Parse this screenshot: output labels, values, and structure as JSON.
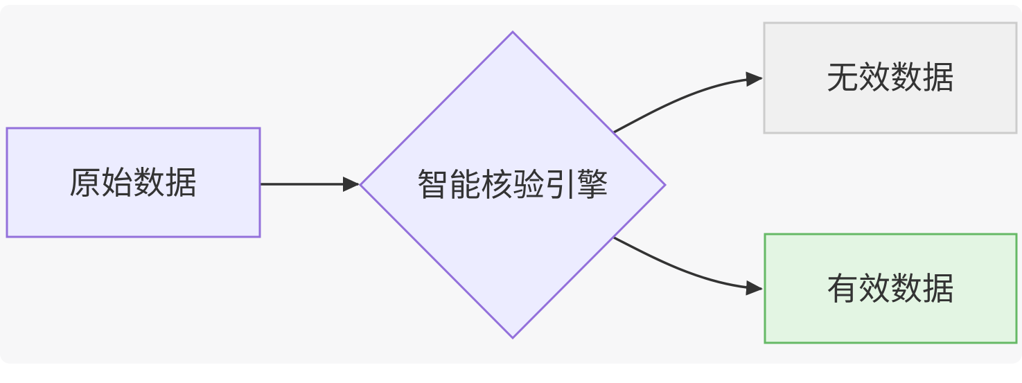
{
  "diagram": {
    "type": "flowchart",
    "direction": "left-to-right",
    "nodes": [
      {
        "id": "raw",
        "label": "原始数据",
        "shape": "rectangle",
        "fill": "#ECECFF",
        "stroke": "#9370DB"
      },
      {
        "id": "engine",
        "label": "智能核验引擎",
        "shape": "diamond",
        "fill": "#ECECFF",
        "stroke": "#9370DB"
      },
      {
        "id": "invalid",
        "label": "无效数据",
        "shape": "rectangle",
        "fill": "#f0f0f0",
        "stroke": "#cccccc"
      },
      {
        "id": "valid",
        "label": "有效数据",
        "shape": "rectangle",
        "fill": "#e3f5e3",
        "stroke": "#66b966"
      }
    ],
    "edges": [
      {
        "from": "原始数据",
        "to": "智能核验引擎",
        "style": "arrow"
      },
      {
        "from": "智能核验引擎",
        "to": "无效数据",
        "style": "arrow"
      },
      {
        "from": "智能核验引擎",
        "to": "有效数据",
        "style": "arrow"
      }
    ],
    "colors": {
      "panel_background": "#f7f7f8",
      "page_background": "#ffffff",
      "edge_color": "#333333",
      "text_color": "#333333"
    }
  }
}
